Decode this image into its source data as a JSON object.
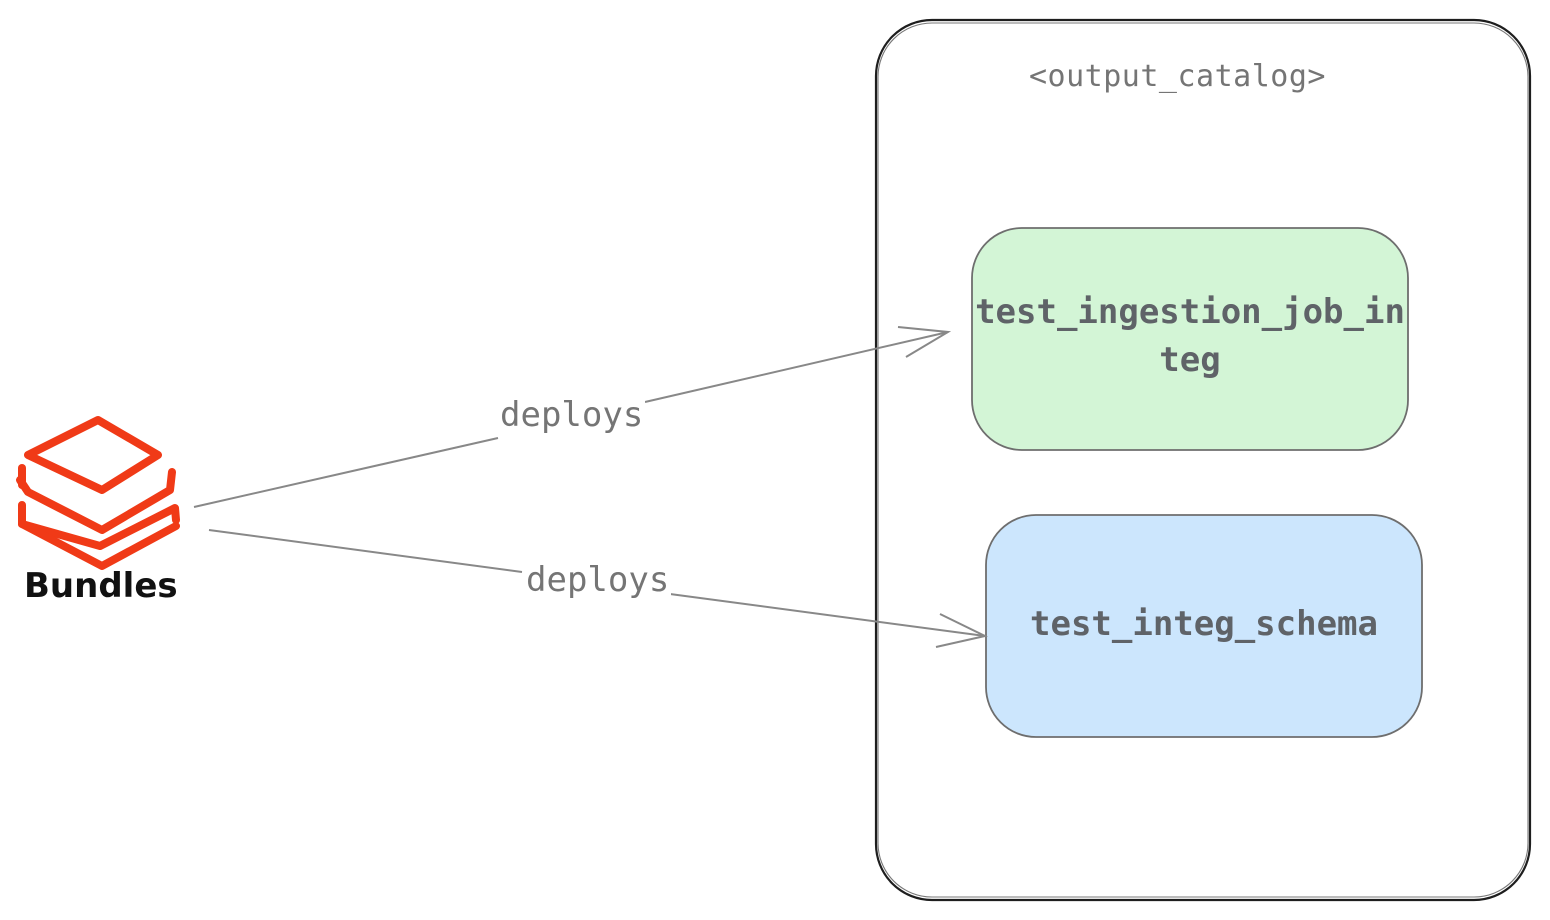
{
  "source": {
    "label": "Bundles",
    "icon": "stacked-layers-icon",
    "icon_color": "#f03a17"
  },
  "catalog": {
    "title": "<output_catalog>",
    "border_color": "#1e1e1e"
  },
  "nodes": [
    {
      "id": "job",
      "label": "test_ingestion_job_integ",
      "fill": "#d3f5d6",
      "border": "#6e6e6e"
    },
    {
      "id": "schema",
      "label": "test_integ_schema",
      "fill": "#cce6fd",
      "border": "#6e6e6e"
    }
  ],
  "edges": [
    {
      "from": "source",
      "to": "job",
      "label": "deploys"
    },
    {
      "from": "source",
      "to": "schema",
      "label": "deploys"
    }
  ],
  "edge_color": "#888888"
}
